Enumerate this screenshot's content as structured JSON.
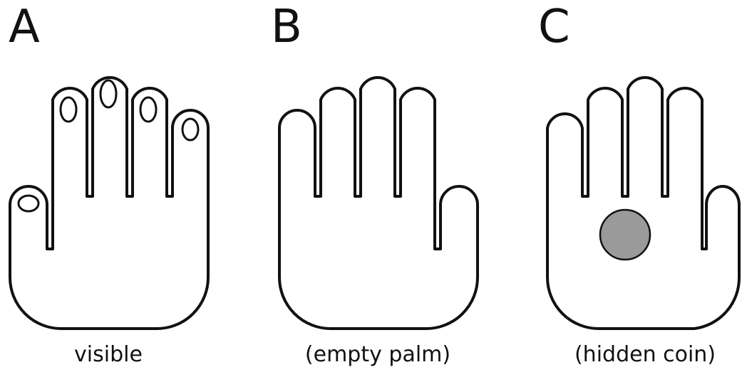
{
  "panels": [
    {
      "letter": "A",
      "caption": "visible",
      "side": "back",
      "shows_nails": true,
      "coin": false
    },
    {
      "letter": "B",
      "caption": "(empty palm)",
      "side": "palm",
      "shows_nails": false,
      "coin": false
    },
    {
      "letter": "C",
      "caption": "(hidden coin)",
      "side": "palm",
      "shows_nails": false,
      "coin": true
    }
  ],
  "colors": {
    "stroke": "#111111",
    "fill": "#ffffff",
    "coin": "#9a9a9a"
  }
}
